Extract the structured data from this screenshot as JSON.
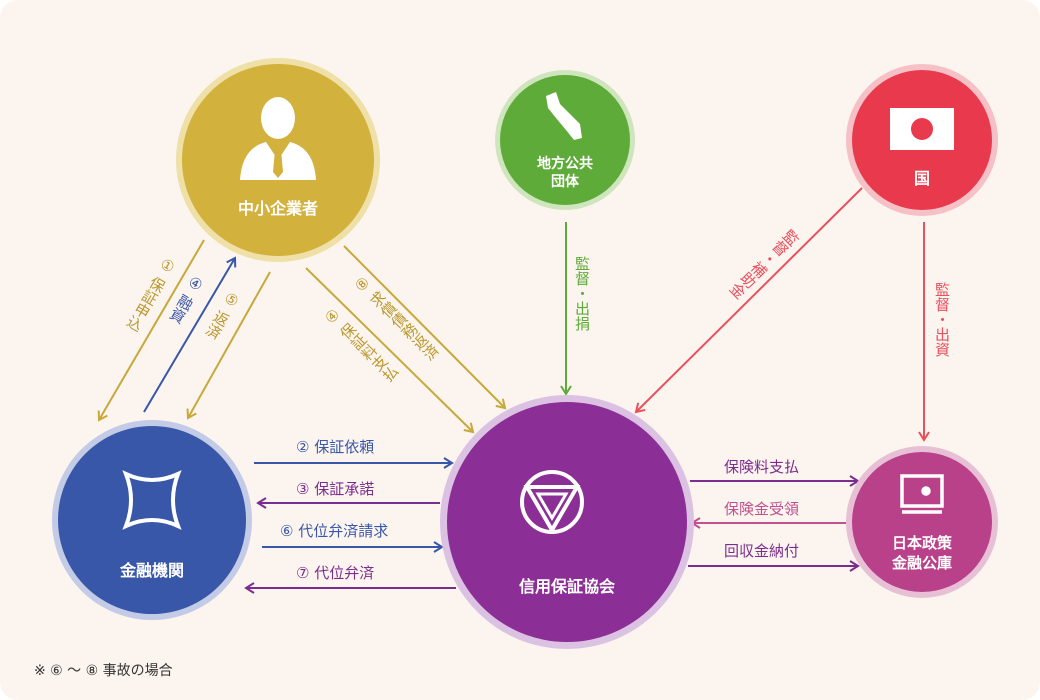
{
  "colors": {
    "gold": "#d2b13c",
    "green": "#5fab3a",
    "red": "#e83a4c",
    "purple": "#8b2f96",
    "blue": "#3957a8",
    "magenta": "#b8418a",
    "bg": "#fcf5ef"
  },
  "nodes": {
    "sme": {
      "label": "中小企業者",
      "icon": "businessman-icon"
    },
    "local": {
      "label_line1": "地方公共",
      "label_line2": "団体",
      "icon": "map-region-icon"
    },
    "country": {
      "label": "国",
      "icon": "japan-flag-icon"
    },
    "bank": {
      "label": "金融機関",
      "icon": "bank-emblem-icon"
    },
    "cgc": {
      "label": "信用保証協会",
      "icon": "cgc-emblem-icon"
    },
    "jfc": {
      "label_line1": "日本政策",
      "label_line2": "金融公庫",
      "icon": "safe-icon"
    }
  },
  "flows": {
    "apply": "① 保証申込",
    "loan": "④ 融資",
    "repay": "⑤ 返済",
    "fee": "④ 保証料支払",
    "reimburse": "⑧ 求償債務返済",
    "request": "② 保証依頼",
    "approve": "③ 保証承諾",
    "subrogation_request": "⑥ 代位弁済請求",
    "subrogation": "⑦ 代位弁済",
    "local_support": "監督・出捐",
    "country_support": "監督・補助金",
    "country_jfc": "監督・出資",
    "premium": "保険料支払",
    "insurance_receipt": "保険金受領",
    "recovery": "回収金納付"
  },
  "note": "※ ⑥ 〜 ⑧ 事故の場合"
}
